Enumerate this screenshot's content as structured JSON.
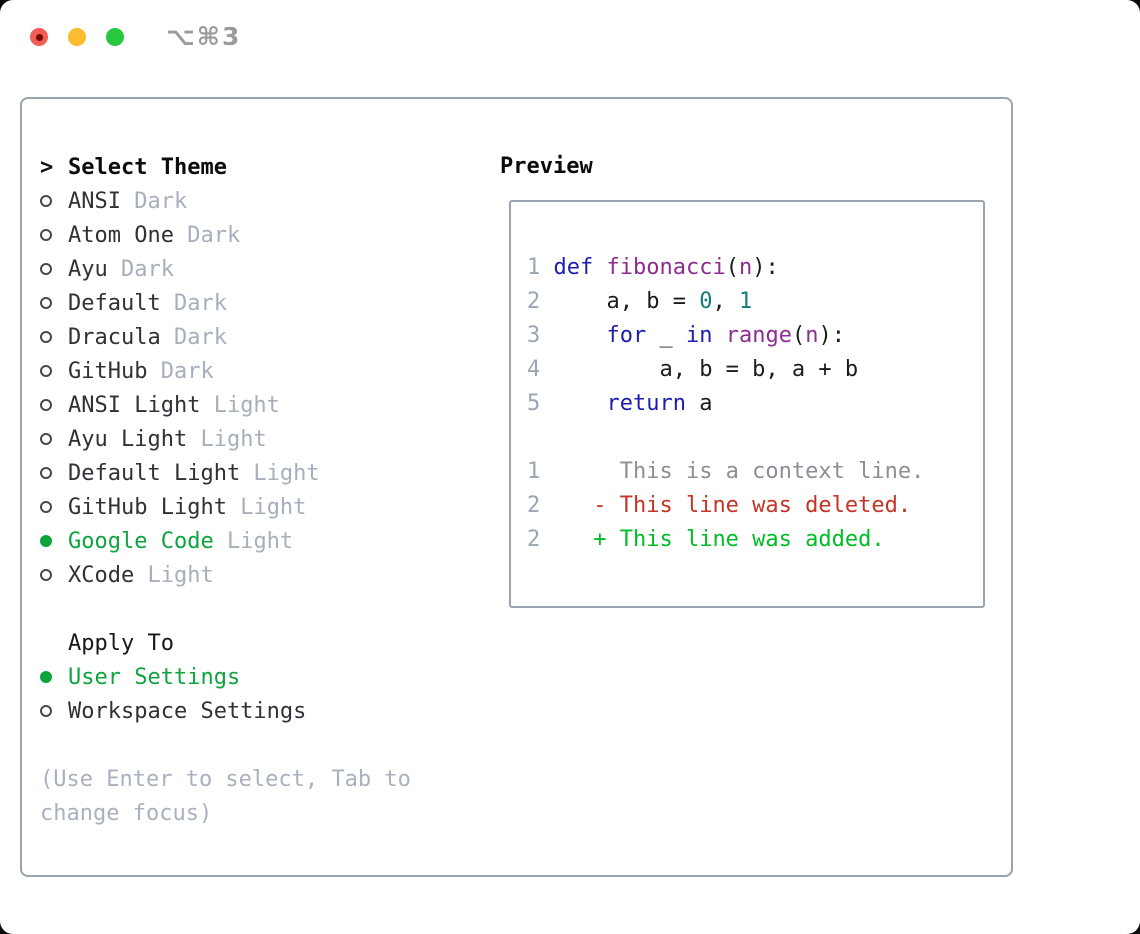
{
  "window": {
    "title_shortcut": "⌥⌘3",
    "traffic_lights": [
      "close-button",
      "minimize-button",
      "zoom-button"
    ]
  },
  "colors": {
    "accent_green": "#0ea43e",
    "panel_border": "#9aa3ae",
    "variant_gray": "#a6afbb",
    "hint_gray": "#a8b1bd",
    "keyword_blue": "#1c1fae",
    "name_purple": "#8c2d91",
    "literal_teal": "#157c7c",
    "diff_deleted_red": "#c53425",
    "diff_added_green": "#00bd26",
    "traffic_red": "#f25c54",
    "traffic_yellow": "#fdbc2e",
    "traffic_green": "#28c73f"
  },
  "select_theme": {
    "cursor": ">",
    "header": "Select Theme",
    "themes": [
      {
        "name": "ANSI",
        "variant": "Dark",
        "selected": false
      },
      {
        "name": "Atom One",
        "variant": "Dark",
        "selected": false
      },
      {
        "name": "Ayu",
        "variant": "Dark",
        "selected": false
      },
      {
        "name": "Default",
        "variant": "Dark",
        "selected": false
      },
      {
        "name": "Dracula",
        "variant": "Dark",
        "selected": false
      },
      {
        "name": "GitHub",
        "variant": "Dark",
        "selected": false
      },
      {
        "name": "ANSI Light",
        "variant": "Light",
        "selected": false
      },
      {
        "name": "Ayu Light",
        "variant": "Light",
        "selected": false
      },
      {
        "name": "Default Light",
        "variant": "Light",
        "selected": false
      },
      {
        "name": "GitHub Light",
        "variant": "Light",
        "selected": false
      },
      {
        "name": "Google Code",
        "variant": "Light",
        "selected": true
      },
      {
        "name": "XCode",
        "variant": "Light",
        "selected": false
      }
    ]
  },
  "apply_to": {
    "label": "Apply To",
    "options": [
      {
        "name": "User Settings",
        "selected": true
      },
      {
        "name": "Workspace Settings",
        "selected": false
      }
    ]
  },
  "hint_lines": [
    "(Use Enter to select, Tab to",
    "change focus)"
  ],
  "preview": {
    "label": "Preview",
    "code_lines": [
      {
        "num": "1",
        "segments": [
          {
            "text": "def",
            "style": "kw"
          },
          {
            "text": " ",
            "style": "plain"
          },
          {
            "text": "fibonacci",
            "style": "fn"
          },
          {
            "text": "(",
            "style": "plain"
          },
          {
            "text": "n",
            "style": "fn"
          },
          {
            "text": "):",
            "style": "plain"
          }
        ]
      },
      {
        "num": "2",
        "segments": [
          {
            "text": "    a, b = ",
            "style": "plain"
          },
          {
            "text": "0",
            "style": "num"
          },
          {
            "text": ", ",
            "style": "plain"
          },
          {
            "text": "1",
            "style": "num"
          }
        ]
      },
      {
        "num": "3",
        "segments": [
          {
            "text": "    ",
            "style": "plain"
          },
          {
            "text": "for",
            "style": "kw"
          },
          {
            "text": " _ ",
            "style": "plain"
          },
          {
            "text": "in",
            "style": "kw"
          },
          {
            "text": " ",
            "style": "plain"
          },
          {
            "text": "range",
            "style": "fn"
          },
          {
            "text": "(",
            "style": "plain"
          },
          {
            "text": "n",
            "style": "fn"
          },
          {
            "text": "):",
            "style": "plain"
          }
        ]
      },
      {
        "num": "4",
        "segments": [
          {
            "text": "        a, b = b, a + b",
            "style": "plain"
          }
        ]
      },
      {
        "num": "5",
        "segments": [
          {
            "text": "    ",
            "style": "plain"
          },
          {
            "text": "return",
            "style": "kw"
          },
          {
            "text": " a",
            "style": "plain"
          }
        ]
      },
      {
        "num": "",
        "segments": []
      },
      {
        "num": "1",
        "segments": [
          {
            "text": "     This is a context line.",
            "style": "ctx"
          }
        ]
      },
      {
        "num": "2",
        "segments": [
          {
            "text": "   - This line was deleted.",
            "style": "del"
          }
        ]
      },
      {
        "num": "2",
        "segments": [
          {
            "text": "   + This line was added.",
            "style": "add"
          }
        ]
      }
    ]
  }
}
